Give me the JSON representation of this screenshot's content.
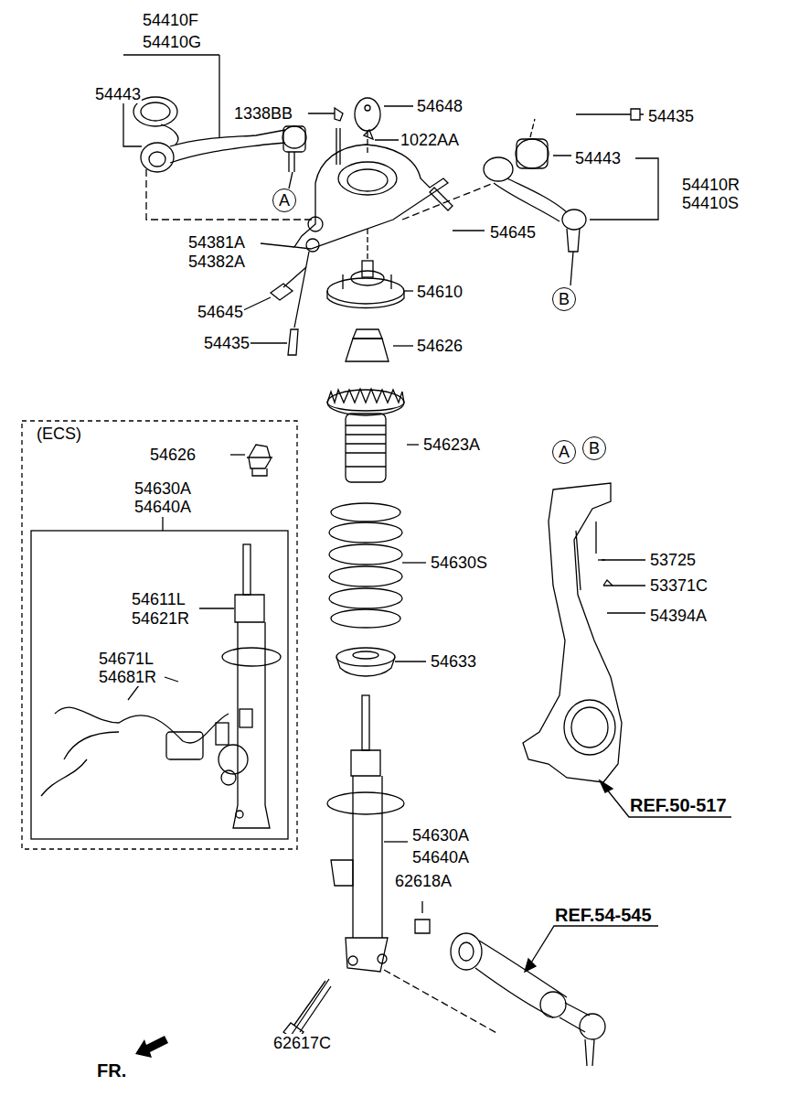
{
  "diagram": {
    "nodes": [
      {
        "text": [
          "A"
        ]
      },
      {
        "text": [
          "B"
        ]
      },
      {
        "text": [
          "(ECS)"
        ]
      },
      {
        "text": [
          "54630A 54640A"
        ],
        "in": 2
      },
      {
        "text": [
          "A"
        ]
      },
      {
        "text": [
          "B"
        ]
      }
    ],
    "labels": [
      "54410F",
      "54410G",
      "54443",
      "1338BB",
      "54648",
      "1022AA",
      "54435",
      "54443",
      "54410R",
      "54410S",
      "54645",
      "54381A",
      "54382A",
      "54610",
      "54645",
      "54435",
      "54626",
      "54626",
      "54623A",
      "54630S",
      "53725",
      "53371C",
      "54394A",
      "54611L",
      "54621R",
      "54671L",
      "54681R",
      "54633",
      "REF.50-517",
      "54630A",
      "54640A",
      "62618A",
      "REF.54-545",
      "62617C",
      "FR."
    ]
  }
}
